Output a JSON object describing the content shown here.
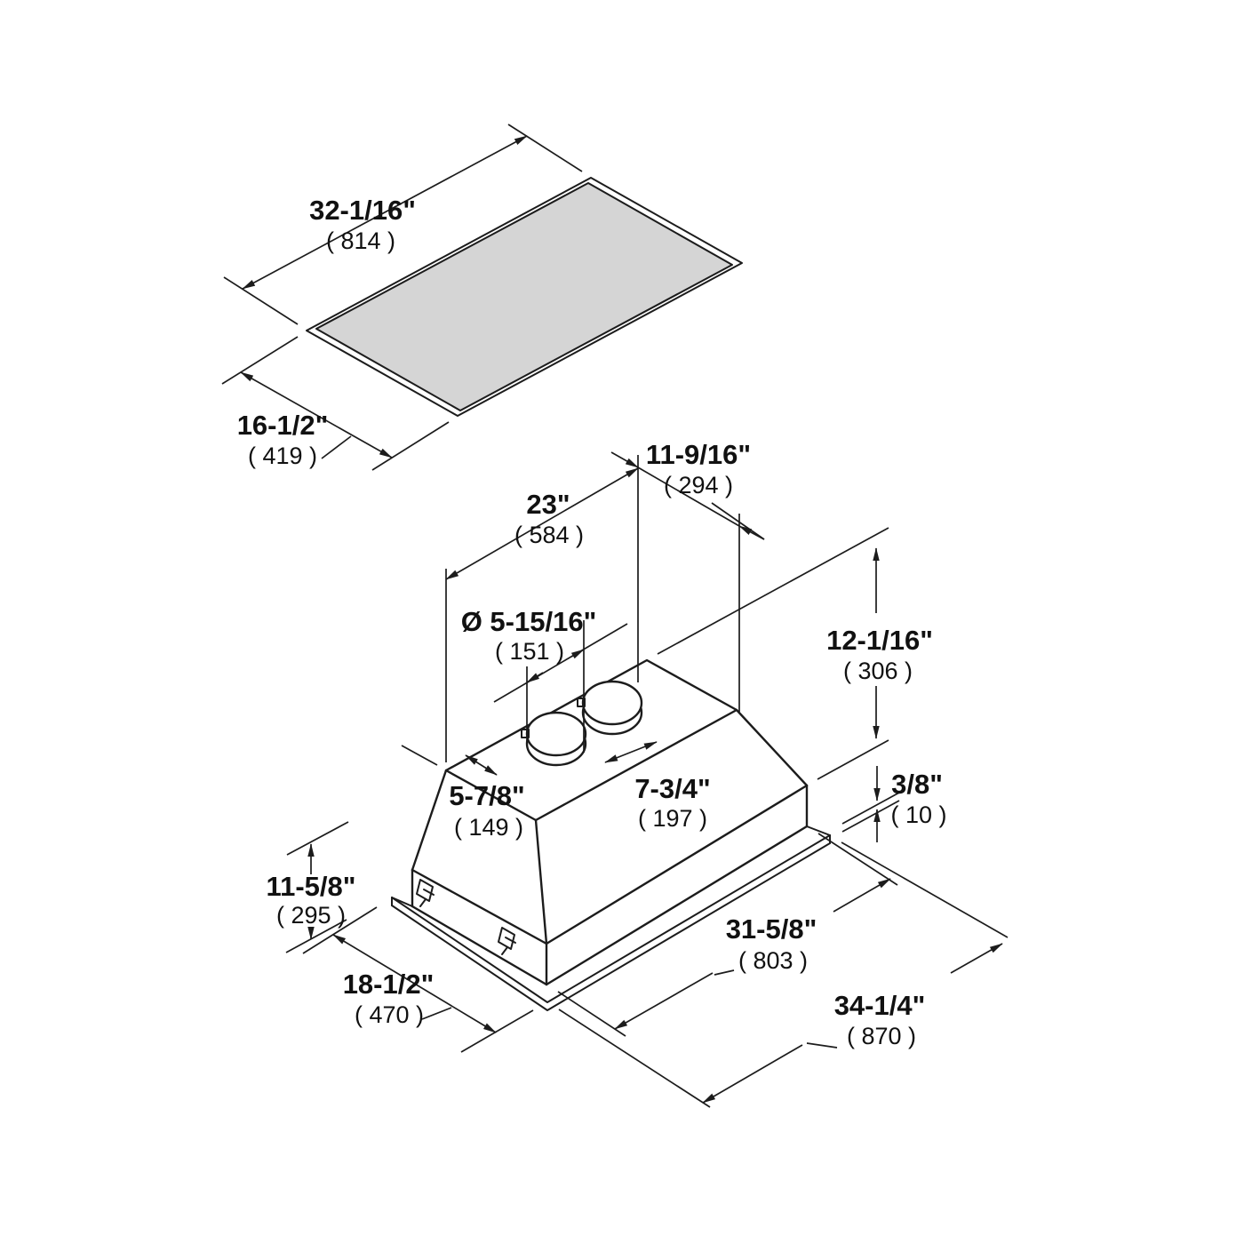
{
  "diagram": {
    "type": "technical-dimension-drawing",
    "subject": "built-in range hood insert with ceiling cutout panel, isometric view",
    "colors": {
      "background": "#ffffff",
      "line": "#1c1c1c",
      "cutout_panel_fill": "#d5d5d5",
      "text": "#111111"
    },
    "dims": {
      "cutout_width": {
        "in": "32-1/16\"",
        "mm": "( 814 )"
      },
      "cutout_depth": {
        "in": "16-1/2\"",
        "mm": "( 419 )"
      },
      "top_width": {
        "in": "23\"",
        "mm": "( 584 )"
      },
      "duct_offset": {
        "in": "11-9/16\"",
        "mm": "( 294 )"
      },
      "duct_diameter": {
        "in": "Ø 5-15/16\"",
        "mm": "( 151 )"
      },
      "body_height": {
        "in": "12-1/16\"",
        "mm": "( 306 )"
      },
      "duct_front": {
        "in": "5-7/8\"",
        "mm": "( 149 )"
      },
      "duct_side": {
        "in": "7-3/4\"",
        "mm": "( 197 )"
      },
      "flange_thickness": {
        "in": "3/8\"",
        "mm": "( 10 )"
      },
      "left_height": {
        "in": "11-5/8\"",
        "mm": "( 295 )"
      },
      "body_depth": {
        "in": "18-1/2\"",
        "mm": "( 470 )"
      },
      "body_width": {
        "in": "31-5/8\"",
        "mm": "( 803 )"
      },
      "overall_width": {
        "in": "34-1/4\"",
        "mm": "( 870 )"
      }
    }
  }
}
